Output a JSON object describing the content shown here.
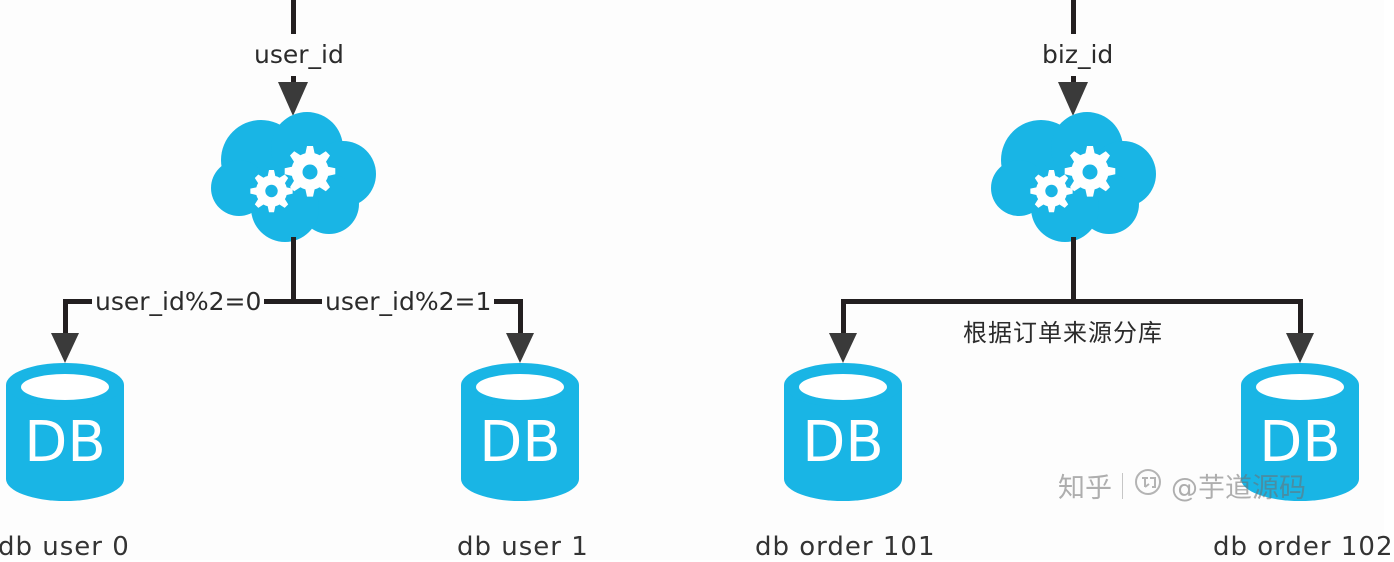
{
  "diagram": {
    "title": "database-sharding-diagram",
    "accent_color": "#19b5e5",
    "line_color": "#231f20",
    "text_color": "#2b2b2b",
    "background": "#fdfdfd"
  },
  "groups": [
    {
      "id": "user-sharding",
      "input_label": "user_id",
      "router_icon": "cloud-gears-icon",
      "edge_labels": [
        "user_id%2=0",
        "user_id%2=1"
      ],
      "databases": [
        {
          "icon_text": "DB",
          "caption": "db user 0"
        },
        {
          "icon_text": "DB",
          "caption": "db user 1"
        }
      ]
    },
    {
      "id": "order-sharding",
      "input_label": "biz_id",
      "router_icon": "cloud-gears-icon",
      "edge_labels": [
        "根据订单来源分库"
      ],
      "databases": [
        {
          "icon_text": "DB",
          "caption": "db order 101"
        },
        {
          "icon_text": "DB",
          "caption": "db order 102"
        }
      ]
    }
  ],
  "watermark": {
    "platform": "知乎",
    "handle": "@芋道源码",
    "logo_icon": "zhihu-logo-icon"
  }
}
